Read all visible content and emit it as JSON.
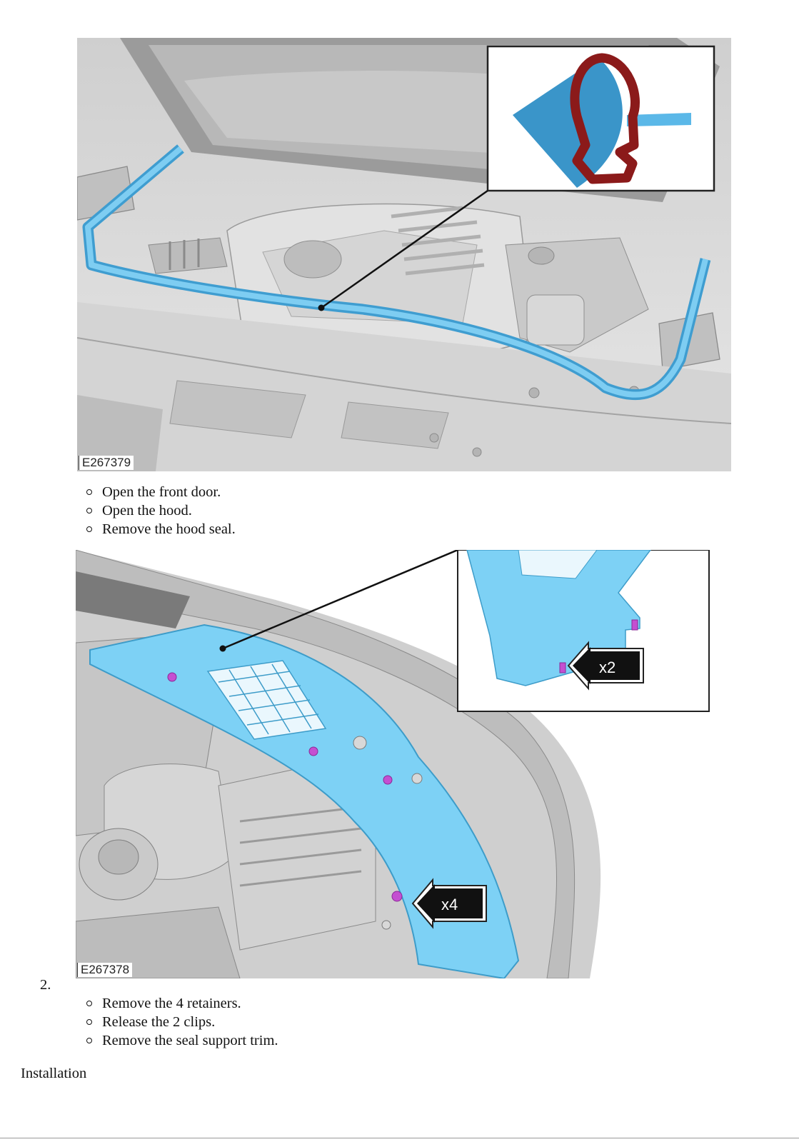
{
  "figure1": {
    "label": "E267379",
    "highlight_color": "#5bb8e8",
    "inset_seal_color": "#8b1a1a",
    "inset_icon": "seal-cross-section-icon"
  },
  "list1": [
    "Open the front door.",
    "Open the hood.",
    "Remove the hood seal."
  ],
  "figure2": {
    "label": "E267378",
    "highlight_color": "#5bb8e8",
    "retainer_color": "#c44fd1",
    "callout_retainers": "x4",
    "callout_clips": "x2"
  },
  "step_number": "2.",
  "list2": [
    "Remove the 4 retainers.",
    "Release the 2 clips.",
    "Remove the seal support trim."
  ],
  "section_heading": "Installation"
}
